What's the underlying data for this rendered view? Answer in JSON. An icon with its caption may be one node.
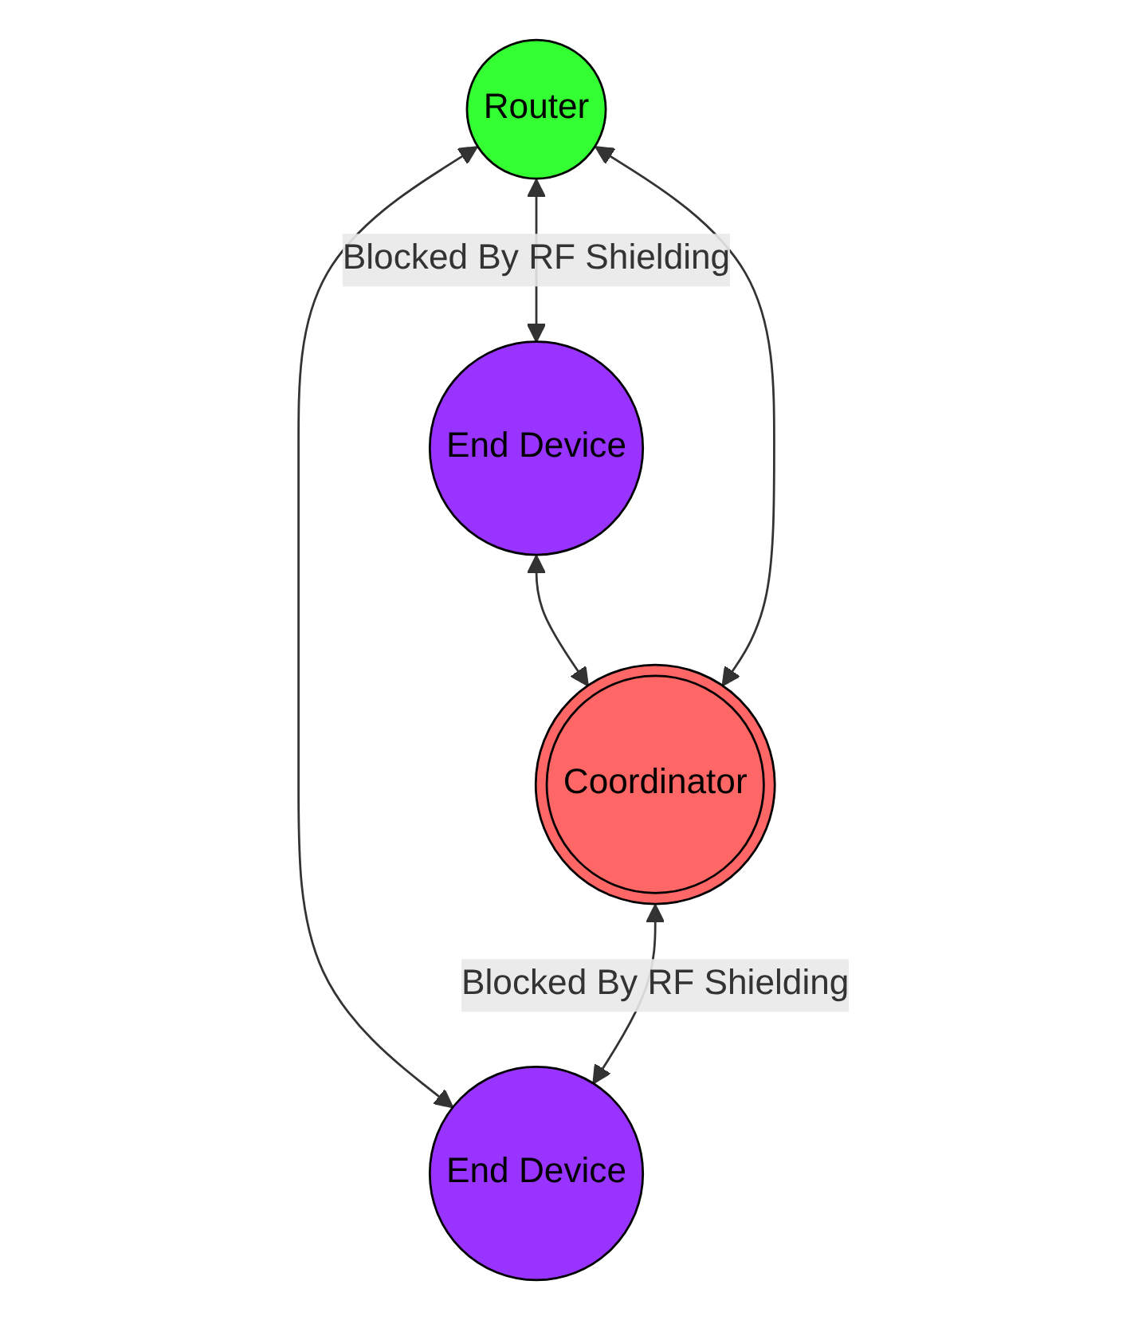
{
  "diagram": {
    "nodes": [
      {
        "text": [
          "End Device"
        ]
      },
      {
        "text": [
          "Router"
        ]
      },
      {
        "text": [
          "Coordinator"
        ]
      },
      {
        "text": [
          "End Device"
        ]
      }
    ],
    "edges": [
      {
        "from": 1,
        "to": 0,
        "arrow": "both",
        "label": "Blocked By RF Shielding"
      },
      {
        "from": 0,
        "to": 2,
        "arrow": "both"
      },
      {
        "from": 1,
        "to": 2,
        "arrow": "both"
      },
      {
        "from": 1,
        "to": 3,
        "arrow": "both"
      },
      {
        "from": 2,
        "to": 3,
        "arrow": "both",
        "label": "Blocked By RF Shielding"
      }
    ]
  }
}
